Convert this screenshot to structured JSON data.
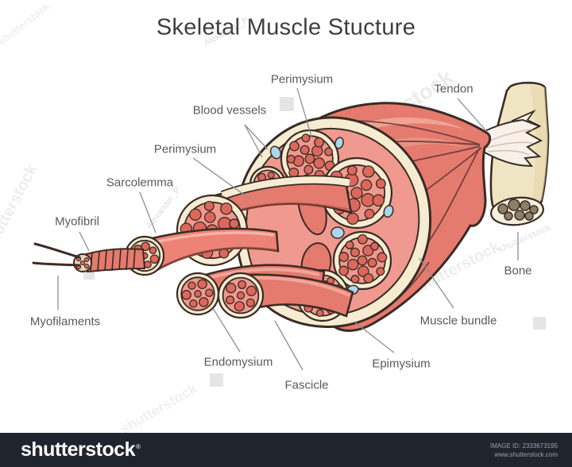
{
  "title": "Skeletal Muscle Stucture",
  "diagram": {
    "labels": [
      {
        "text": "Perimysium"
      },
      {
        "text": "Blood vessels"
      },
      {
        "text": "Tendon"
      },
      {
        "text": "Perimysium"
      },
      {
        "text": "Sarcolemma"
      },
      {
        "text": "Myofibril"
      },
      {
        "text": "Myofilaments"
      },
      {
        "text": "Endomysium"
      },
      {
        "text": "Fascicle"
      },
      {
        "text": "Epimysium"
      },
      {
        "text": "Muscle bundle"
      },
      {
        "text": "Bone"
      }
    ]
  },
  "watermark": {
    "brand": "shutterstock",
    "author": "Alexander_P"
  },
  "footer": {
    "logo": "shutterstock",
    "registered_mark": "®",
    "image_id": "IMAGE ID: 2333673195",
    "url": "www.shutterstock.com"
  },
  "colors": {
    "muscle_red": "#e57a6e",
    "muscle_shadow": "#c05b4e",
    "cream": "#f6ecd2",
    "pink": "#f0998e",
    "fiber_red": "#dc685b",
    "vessel_blue": "#abd7ec",
    "bone_cream": "#f0e5c2",
    "bone_face": "#f6efdc",
    "outline": "#3a2b24",
    "leader_gray": "#8f8f8f",
    "label_gray": "#595959",
    "title_gray": "#3e3e3e",
    "footer_bg": "#20242d",
    "footer_text": "#99a0ad"
  }
}
